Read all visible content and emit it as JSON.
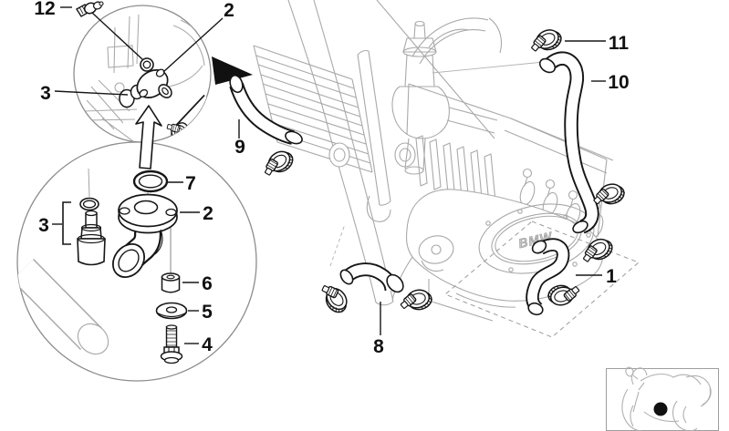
{
  "diagram": {
    "title_hidden": "",
    "engine_badge": "BMW",
    "colors": {
      "part_line": "#161616",
      "context_line": "#a9a9a9",
      "label_color": "#111111",
      "background": "#ffffff"
    },
    "callouts": [
      {
        "label": "12"
      },
      {
        "label": "2"
      },
      {
        "label": "3"
      },
      {
        "label": "7"
      },
      {
        "label": "2"
      },
      {
        "label": "3"
      },
      {
        "label": "6"
      },
      {
        "label": "5"
      },
      {
        "label": "4"
      },
      {
        "label": "9"
      },
      {
        "label": "11"
      },
      {
        "label": "10"
      },
      {
        "label": "1"
      },
      {
        "label": "8"
      }
    ]
  }
}
